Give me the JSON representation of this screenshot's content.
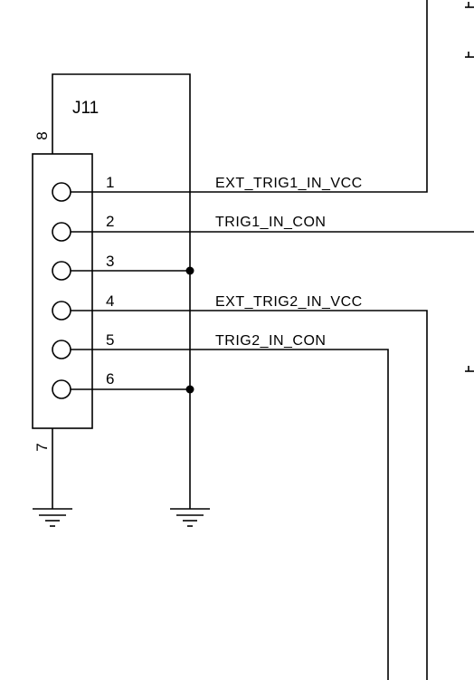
{
  "connector": {
    "ref": "J11",
    "shield_pins": {
      "top": "8",
      "bottom": "7"
    },
    "pins": [
      {
        "number": "1",
        "net": "EXT_TRIG1_IN_VCC"
      },
      {
        "number": "2",
        "net": "TRIG1_IN_CON"
      },
      {
        "number": "3",
        "net": ""
      },
      {
        "number": "4",
        "net": "EXT_TRIG2_IN_VCC"
      },
      {
        "number": "5",
        "net": "TRIG2_IN_CON"
      },
      {
        "number": "6",
        "net": ""
      }
    ]
  }
}
